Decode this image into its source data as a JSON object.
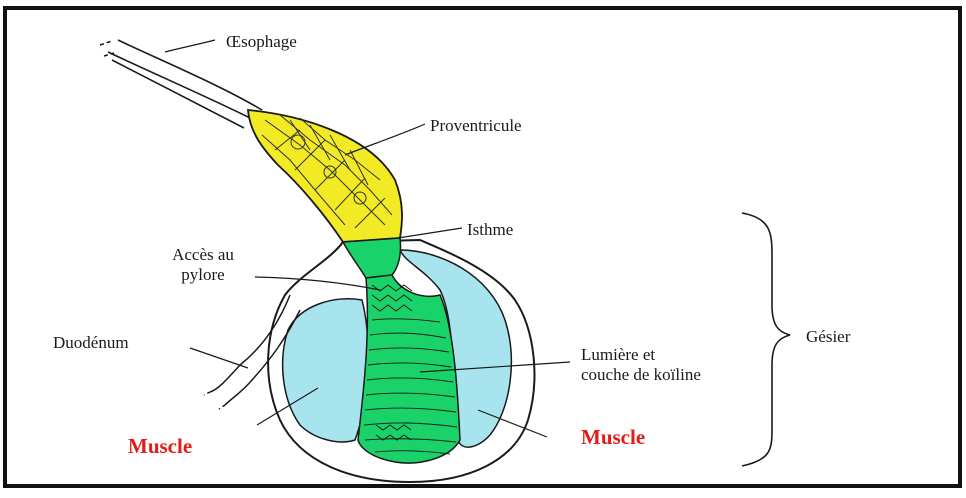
{
  "labels": {
    "oesophage": "Œsophage",
    "proventricule": "Proventricule",
    "isthme": "Isthme",
    "acces_line1": "Accès au",
    "acces_line2": "pylore",
    "duodenum": "Duodénum",
    "lumiere_line1": "Lumière et",
    "lumiere_line2": "couche de koïline",
    "gesier": "Gésier",
    "muscle_left": "Muscle",
    "muscle_right": "Muscle"
  },
  "colors": {
    "proventricule_fill": "#f2ea24",
    "isthme_lumen_fill": "#19d36a",
    "muscle_fill": "#a8e4ee",
    "muscle_label": "#e21b1b",
    "outline": "#1a1a1a"
  }
}
